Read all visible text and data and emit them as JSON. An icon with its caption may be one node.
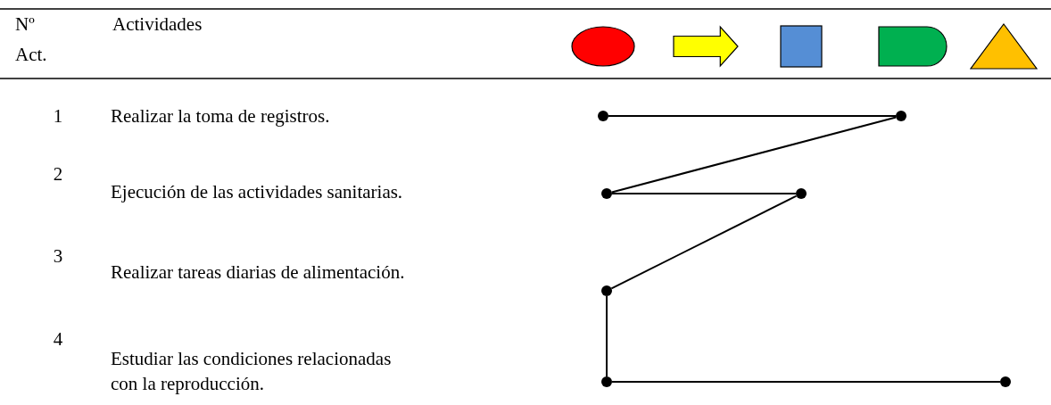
{
  "diagram": {
    "nodes": [
      {
        "text": [],
        "shape": "ellipse"
      },
      {
        "text": [],
        "shape": "arrow"
      },
      {
        "text": [],
        "shape": "box"
      },
      {
        "text": [],
        "shape": "semicircle"
      },
      {
        "text": [],
        "shape": "triangle"
      },
      {
        "text": [],
        "shape": "dot"
      },
      {
        "text": [],
        "shape": "dot"
      },
      {
        "text": [],
        "shape": "dot"
      },
      {
        "text": [],
        "shape": "dot"
      },
      {
        "text": [],
        "shape": "dot"
      },
      {
        "text": [],
        "shape": "dot"
      },
      {
        "text": [],
        "shape": "dot"
      }
    ],
    "edges": [
      {
        "from": 5,
        "to": 6,
        "arrow": "none"
      },
      {
        "from": 6,
        "to": 7,
        "arrow": "none"
      },
      {
        "from": 7,
        "to": 8,
        "arrow": "none"
      },
      {
        "from": 8,
        "to": 9,
        "arrow": "none"
      },
      {
        "from": 9,
        "to": 10,
        "arrow": "none"
      },
      {
        "from": 10,
        "to": 11,
        "arrow": "none"
      }
    ],
    "labels": [
      "Nº Act.",
      "Actividades",
      "1",
      "Realizar la toma de registros.",
      "2",
      "Ejecución de las actividades sanitarias.",
      "3",
      "Realizar tareas diarias de alimentación.",
      "4",
      "Estudiar las condiciones relacionadas con la reproducción."
    ]
  }
}
